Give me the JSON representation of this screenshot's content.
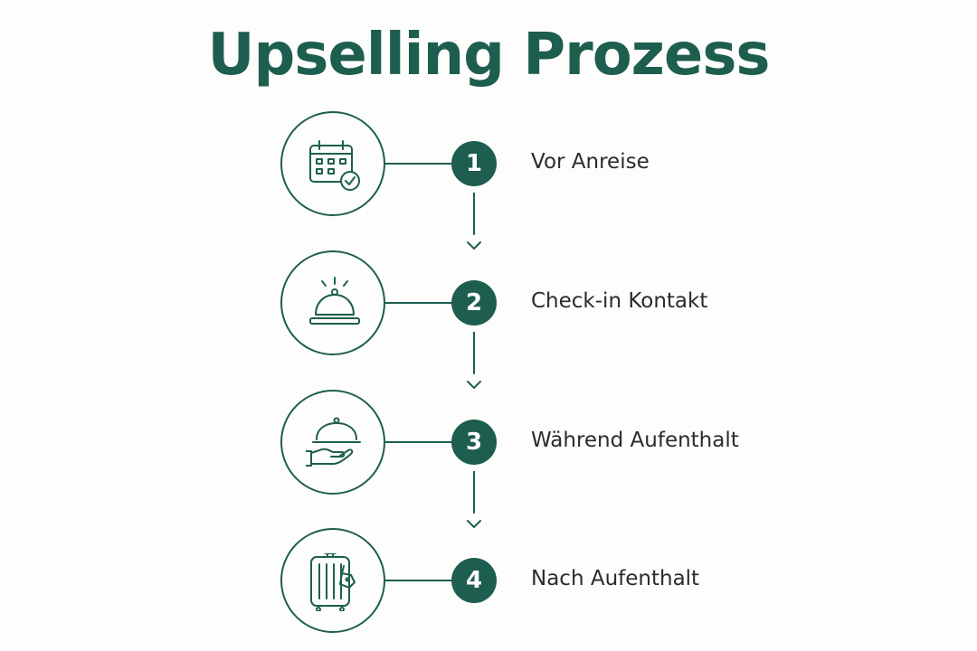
{
  "title": "Upselling Prozess",
  "colors": {
    "primary": "#1d5e4e",
    "text": "#2b2b2b",
    "background": "#fdfdfc"
  },
  "steps": [
    {
      "number": "1",
      "label": "Vor Anreise",
      "icon": "calendar-check-icon"
    },
    {
      "number": "2",
      "label": "Check-in Kontakt",
      "icon": "service-bell-icon"
    },
    {
      "number": "3",
      "label": "Während Aufenthalt",
      "icon": "serving-tray-hand-icon"
    },
    {
      "number": "4",
      "label": "Nach Aufenthalt",
      "icon": "suitcase-icon"
    }
  ]
}
